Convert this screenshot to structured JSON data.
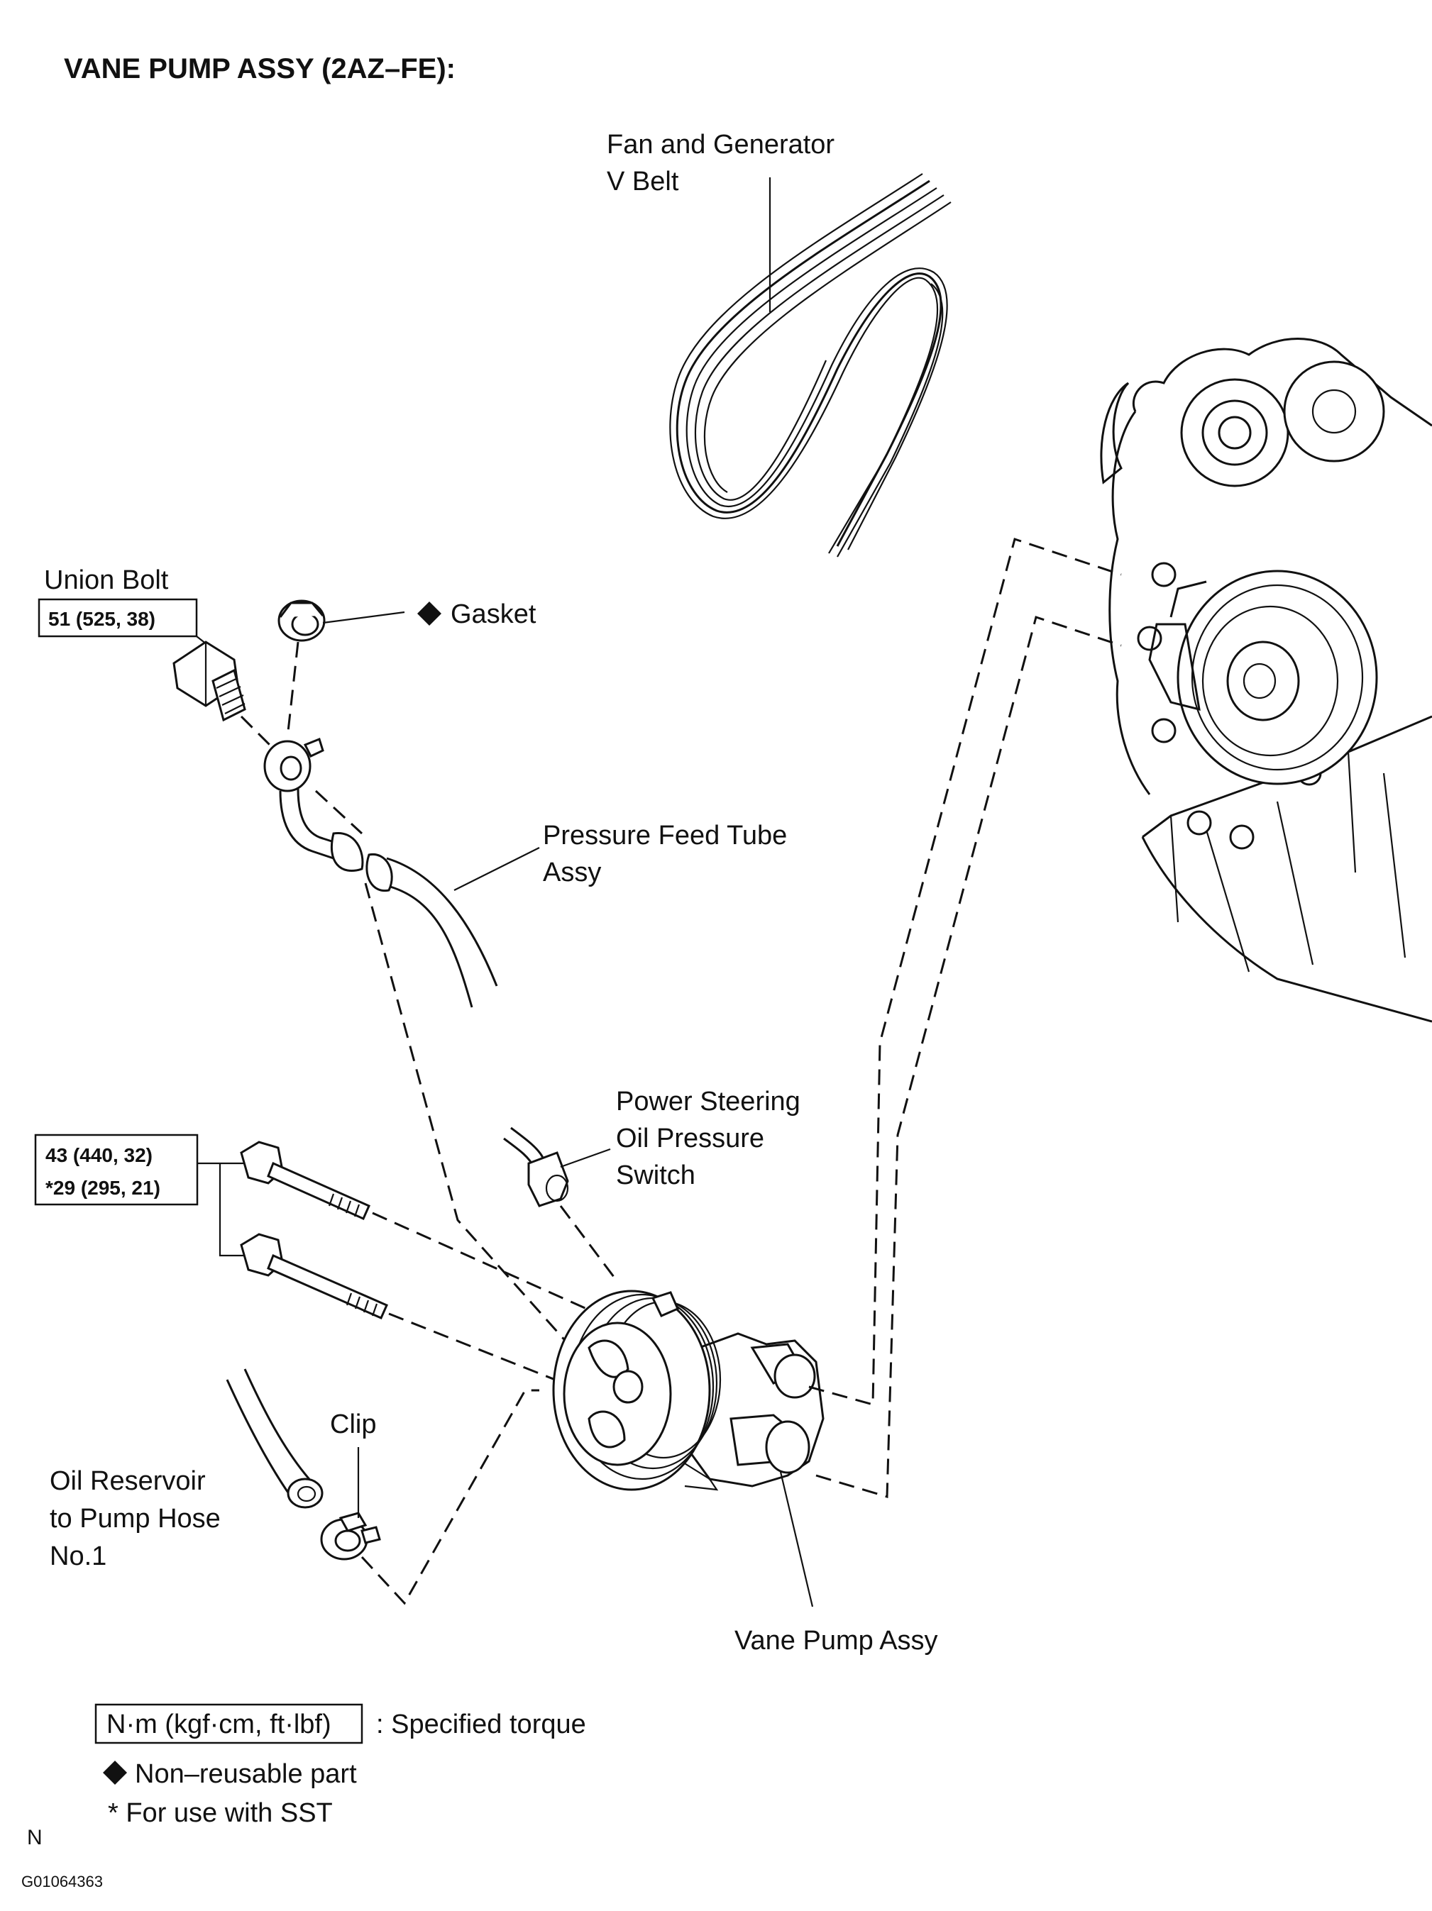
{
  "title": "VANE PUMP ASSY (2AZ–FE):",
  "labels": {
    "fan_belt_line1": "Fan and Generator",
    "fan_belt_line2": "V Belt",
    "union_bolt": "Union Bolt",
    "union_bolt_torque": "51 (525, 38)",
    "gasket": "Gasket",
    "pressure_feed_line1": "Pressure Feed Tube",
    "pressure_feed_line2": "Assy",
    "bolt_torque_1": "43 (440, 32)",
    "bolt_torque_2": "*29 (295, 21)",
    "ps_switch_line1": "Power Steering",
    "ps_switch_line2": "Oil Pressure",
    "ps_switch_line3": "Switch",
    "clip": "Clip",
    "hose_line1": "Oil Reservoir",
    "hose_line2": "to Pump Hose",
    "hose_line3": "No.1",
    "vane_pump": "Vane Pump Assy"
  },
  "legend": {
    "torque_unit": "N·m (kgf·cm, ft·lbf)",
    "torque_desc": ": Specified torque",
    "nonreusable": "Non–reusable part",
    "sst": "* For use with SST"
  },
  "footer": {
    "orientation": "N",
    "code": "G01064363"
  },
  "icons": {
    "nonreusable_marker": "black-diamond-icon"
  }
}
